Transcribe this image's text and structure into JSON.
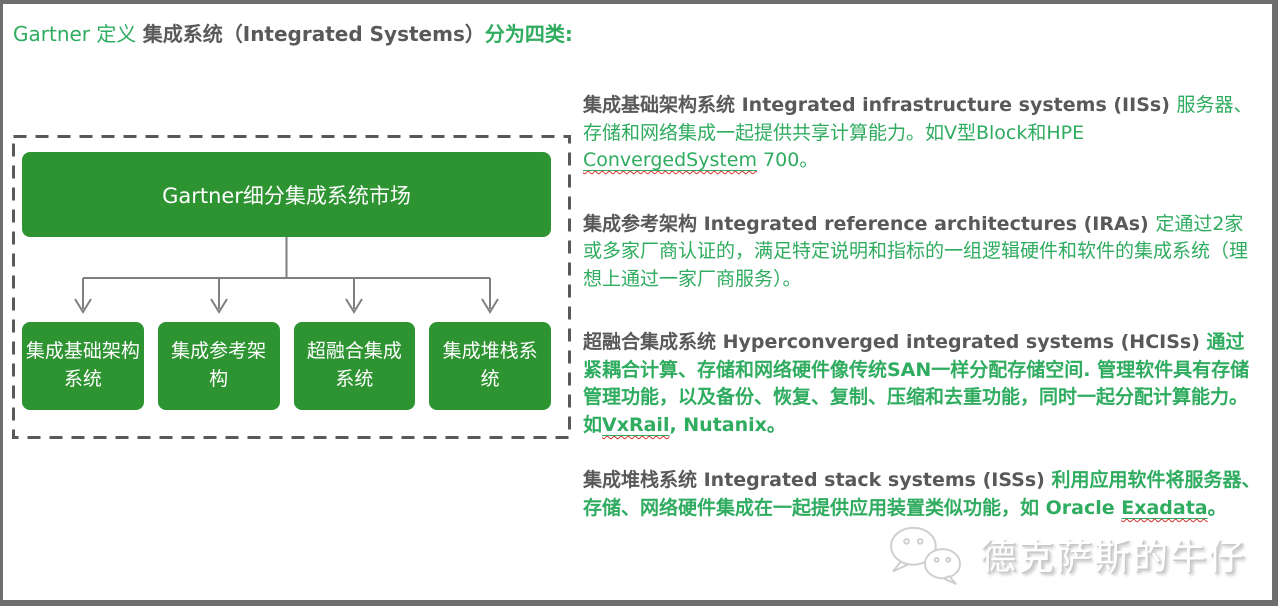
{
  "colors": {
    "green_box": "#2E9432",
    "green_text": "#2FAC5F",
    "gray_text": "#595959",
    "connector": "#7F7F7F",
    "wavy_red": "#E03131",
    "frame": "#6E6E6E"
  },
  "title": {
    "runs": [
      {
        "style": "green",
        "text": "Gartner 定义 "
      },
      {
        "style": "gray-bold",
        "text": "集成系统（Integrated Systems）"
      },
      {
        "style": "green-bold",
        "text": "分为四类:"
      }
    ]
  },
  "diagram": {
    "root_label": "Gartner细分集成系统市场",
    "children": [
      "集成基础架构\n系统",
      "集成参考架\n构",
      "超融合集成\n系统",
      "集成堆栈系\n统"
    ]
  },
  "definitions": [
    {
      "runs": [
        {
          "style": "gray-bold",
          "text": "集成基础架构系统 Integrated infrastructure systems (IISs) "
        },
        {
          "style": "green",
          "text": "服务器、存储和网络集成一起提供共享计算能力。如V型Block和HPE "
        },
        {
          "style": "green",
          "wavy": true,
          "underline": true,
          "text": "ConvergedSystem"
        },
        {
          "style": "green",
          "text": " 700。"
        }
      ]
    },
    {
      "runs": [
        {
          "style": "gray-bold",
          "text": "集成参考架构 Integrated reference architectures (IRAs) "
        },
        {
          "style": "green",
          "text": "定通过2家或多家厂商认证的，满足特定说明和指标的一组逻辑硬件和软件的集成系统（理想上通过一家厂商服务）。"
        }
      ]
    },
    {
      "runs": [
        {
          "style": "gray-bold",
          "text": "超融合集成系统 Hyperconverged integrated systems (HCISs) "
        },
        {
          "style": "green-bold",
          "text": "通过紧耦合计算、存储和网络硬件像传统SAN一样分配存储空间. 管理软件具有存储管理功能，以及备份、恢复、复制、压缩和去重功能，同时一起分配计算能力。如"
        },
        {
          "style": "green-bold",
          "wavy": true,
          "underline": true,
          "text": "VxRail"
        },
        {
          "style": "green-bold",
          "text": ", Nutanix。"
        }
      ]
    },
    {
      "runs": [
        {
          "style": "gray-bold",
          "text": "集成堆栈系统 Integrated stack systems (ISSs) "
        },
        {
          "style": "green-bold",
          "text": "利用应用软件将服务器、存储、网络硬件集成在一起提供应用装置类似功能，如 "
        },
        {
          "style": "green-bold",
          "text": "Oracle "
        },
        {
          "style": "green-bold",
          "wavy": true,
          "underline": true,
          "text": "Exadata"
        },
        {
          "style": "green-bold",
          "text": "。"
        }
      ]
    }
  ],
  "watermark": {
    "icon": "wechat-icon",
    "text": "德克萨斯的牛仔"
  }
}
